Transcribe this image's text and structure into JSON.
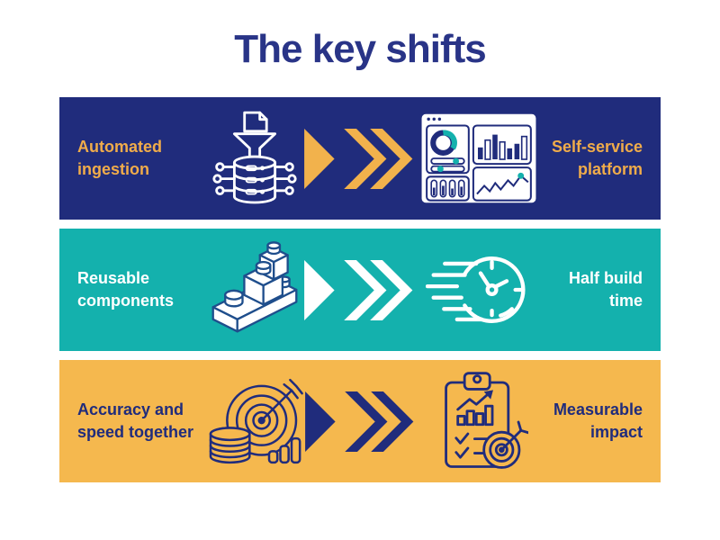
{
  "title": "The key shifts",
  "palette": {
    "title_navy": "#293487",
    "navy": "#202c7c",
    "teal": "#14b1ad",
    "yellow": "#f5b84e",
    "amber_text": "#f0ac4a",
    "white": "#ffffff"
  },
  "rows": [
    {
      "id": "automated-ingestion",
      "left_label": "Automated ingestion",
      "right_label": "Self-service platform",
      "left_icon": "funnel-database-icon",
      "right_icon": "dashboard-icon",
      "bg": "#202c7c",
      "text_color": "#f0ac4a",
      "chevron_color": "#f2b24c"
    },
    {
      "id": "reusable-components",
      "left_label": "Reusable components",
      "right_label": "Half build time",
      "left_icon": "building-blocks-icon",
      "right_icon": "fast-clock-icon",
      "bg": "#14b1ad",
      "text_color": "#ffffff",
      "chevron_color": "#ffffff"
    },
    {
      "id": "accuracy-speed",
      "left_label": "Accuracy and speed together",
      "right_label": "Measurable impact",
      "left_icon": "target-arrow-coins-icon",
      "right_icon": "clipboard-chart-icon",
      "bg": "#f5b84e",
      "text_color": "#202c7c",
      "chevron_color": "#202c7c"
    }
  ]
}
